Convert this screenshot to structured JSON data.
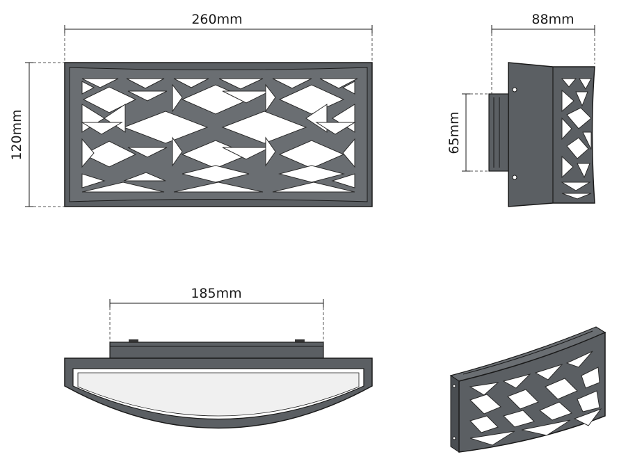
{
  "dimensions": {
    "front_width": "260mm",
    "front_height": "120mm",
    "side_depth": "88mm",
    "backplate_height": "65mm",
    "top_mount_width": "185mm"
  }
}
